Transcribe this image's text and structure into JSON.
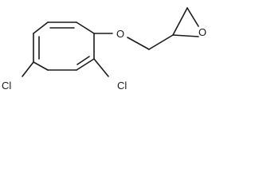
{
  "molecule": {
    "atoms": {
      "oxygen_ether": "O",
      "oxygen_epoxide": "O",
      "chlorine_ortho": "Cl",
      "chlorine_para": "Cl"
    },
    "colors": {
      "bond": "#1a1a1a",
      "label": "#1a1a1a",
      "background": "#ffffff"
    }
  }
}
